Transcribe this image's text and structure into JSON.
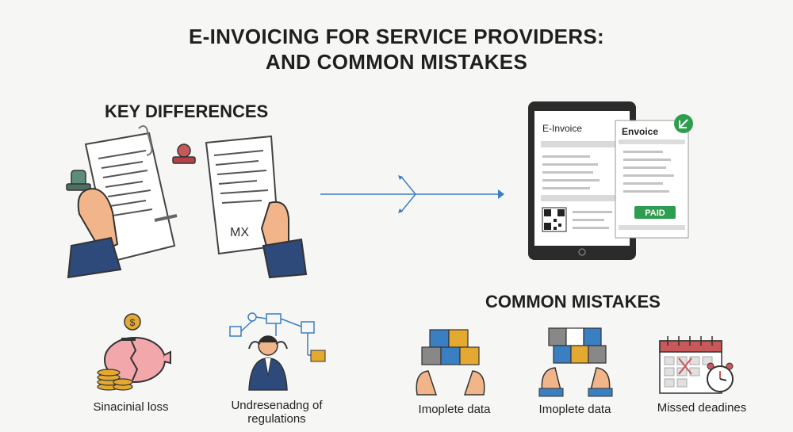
{
  "title": {
    "line1": "E-INVOICING FOR SERVICE PROVIDERS:",
    "line2": "AND COMMON MISTAKES"
  },
  "key_differences": {
    "heading": "KEY DIFFERENCES",
    "paper_stamp_text": "MX"
  },
  "tablet": {
    "einvoice_label": "E-Invoice",
    "doc_title": "Envoice",
    "paid_badge": "PAID"
  },
  "common_mistakes": {
    "heading": "COMMON MISTAKES",
    "items": [
      {
        "label": "Sinacinial loss",
        "icon": "piggy-bank-icon"
      },
      {
        "label": "Undresenadng of regulations",
        "icon": "confused-person-icon"
      },
      {
        "label": "Imoplete data",
        "icon": "puzzle-icon"
      },
      {
        "label": "Imoplete data",
        "icon": "puzzle-icon"
      },
      {
        "label": "Missed deadines",
        "icon": "calendar-clock-icon"
      }
    ]
  },
  "colors": {
    "accent_blue": "#3a7fc1",
    "paid_green": "#2e9d4f",
    "suit_navy": "#2d4a7a",
    "skin": "#f2b58a",
    "piggy_pink": "#f2a7ab",
    "coin_gold": "#e4a931"
  }
}
